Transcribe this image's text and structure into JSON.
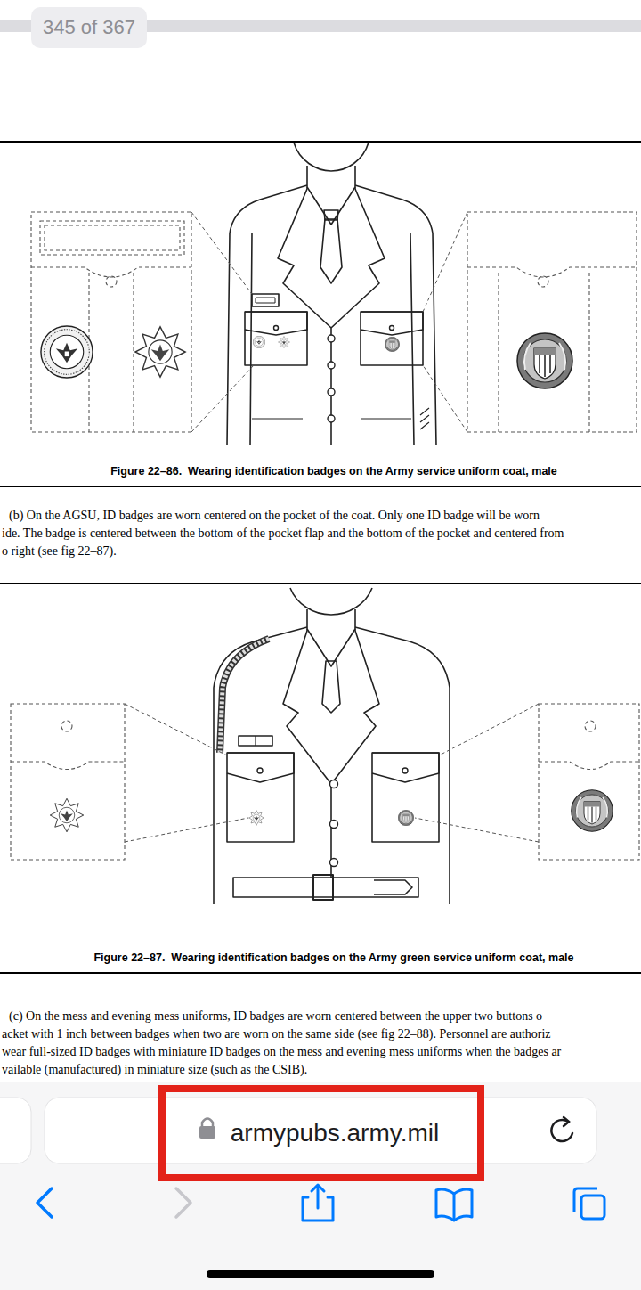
{
  "diagram": {
    "nodes": [
      {
        "text": [
          "345 of 367"
        ]
      },
      {
        "text": [
          "Figure 22–86.  Wearing identification badges on the Army service uniform coat, male"
        ]
      },
      {
        "text": [
          "Figure 22–87.  Wearing identification badges on the Army green service uniform coat, male"
        ]
      },
      {
        "text": [
          "armypubs.army.mil"
        ]
      }
    ],
    "labels": [
      "(b) On the AGSU, ID badges are worn centered on the pocket of the coat. Only one ID badge will be worn",
      "ide. The badge is centered between the bottom of the pocket flap and the bottom of the pocket and centered from",
      "o right (see fig 22–87).",
      "(c) On the mess and evening mess uniforms, ID badges are worn centered between the upper two buttons o",
      "acket with 1 inch between badges when two are worn on the same side (see fig 22–88). Personnel are authoriz",
      "wear full-sized ID badges with miniature ID badges on the mess and evening mess uniforms when the badges ar",
      "vailable (manufactured) in miniature size (such as the CSIB)."
    ]
  }
}
